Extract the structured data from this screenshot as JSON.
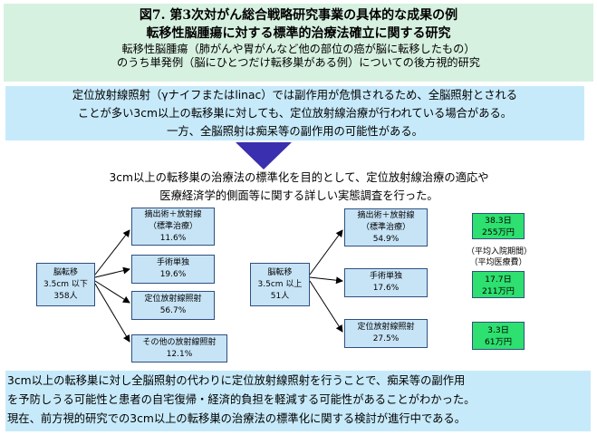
{
  "header": {
    "title_line1": "図7. 第3次対がん総合戦略研究事業の具体的な成果の例",
    "title_line2": "転移性脳腫瘍に対する標準的治療法確立に関する研究",
    "subtitle_line1": "転移性脳腫瘍（肺がんや胃がんなど他の部位の癌が脳に転移したもの）",
    "subtitle_line2": "のうち単発例（脳にひとつだけ転移巣がある例）についての後方視的研究"
  },
  "intro": {
    "line1": "定位放射線照射（γナイフまたはlinac）では副作用が危惧されるため、全脳照射とされる",
    "line2": "ことが多い3cm以上の転移巣に対しても、定位放射線治療が行われている場合がある。",
    "line3": "一方、全脳照射は痴呆等の副作用の可能性がある。"
  },
  "purpose": {
    "line1": "3cm以上の転移巣の治療法の標準化を目的として、定位放射線治療の適応や",
    "line2": "医療経済学的側面等に関する詳しい実態調査を行った。"
  },
  "left_tree": {
    "root": {
      "line1": "脳転移",
      "line2": "3.5cm 以下",
      "line3": "358人"
    },
    "branches": [
      {
        "line1": "摘出術＋放射線",
        "line2": "（標準治療）",
        "value": "11.6%"
      },
      {
        "line1": "手術単独",
        "value": "19.6%"
      },
      {
        "line1": "定位放射線照射",
        "value": "56.7%"
      },
      {
        "line1": "その他の放射線照射",
        "value": "12.1%"
      }
    ]
  },
  "right_tree": {
    "root": {
      "line1": "脳転移",
      "line2": "3.5cm 以上",
      "line3": "51人"
    },
    "branches": [
      {
        "line1": "摘出術＋放射線",
        "line2": "（標準治療）",
        "value": "54.9%"
      },
      {
        "line1": "手術単独",
        "value": "17.6%"
      },
      {
        "line1": "定位放射線照射",
        "value": "27.5%"
      }
    ]
  },
  "outcomes": [
    {
      "days": "38.3日",
      "cost": "255万円"
    },
    {
      "days": "17.7日",
      "cost": "211万円"
    },
    {
      "days": "3.3日",
      "cost": "61万円"
    }
  ],
  "outcome_legend": {
    "line1": "（平均入院期間）",
    "line2": "（平均医療費）"
  },
  "conclusion": {
    "line1": "3cm以上の転移巣に対し全脳照射の代わりに定位放射線照射を行うことで、痴呆等の副作用",
    "line2": "を予防しうる可能性と患者の自宅復帰・経済的負担を軽減する可能性があることがわかった。",
    "line3": "現在、前方視的研究での3cm以上の転移巣の治療法の標準化に関する検討が進行中である。"
  },
  "colors": {
    "header_bg": "#d7f1e1",
    "panel_bg": "#c7eafa",
    "box_bg": "#c7e4f7",
    "outcome_bg": "#2ee06f",
    "arrow": "#3a2fae"
  }
}
